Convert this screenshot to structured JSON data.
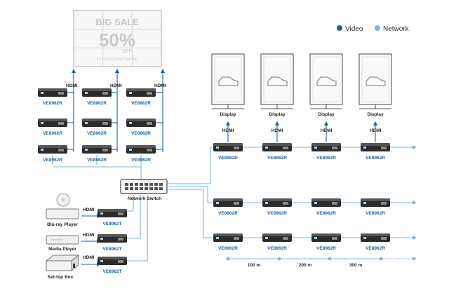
{
  "legend": {
    "video": "Video",
    "network": "Network",
    "video_color": "#1f5fa8",
    "network_color": "#7fb3de"
  },
  "sale": {
    "title": "BIG SALE",
    "big": "50%",
    "off": "OFF",
    "sub": "IN STORES AND ONLINE"
  },
  "receiver_label": "VE8962R",
  "transmitter_label": "VE8962T",
  "hdmi": "HDMI",
  "display": "Display",
  "switch_label": "Network Switch",
  "sources": [
    "Blu-ray Player",
    "Media Player",
    "Set-top Box"
  ],
  "distances": [
    "100 m",
    "200 m",
    "300 m"
  ],
  "icons": {
    "receiver": "receiver-device-icon",
    "display": "display-shoe-icon",
    "source": "av-source-icon"
  }
}
